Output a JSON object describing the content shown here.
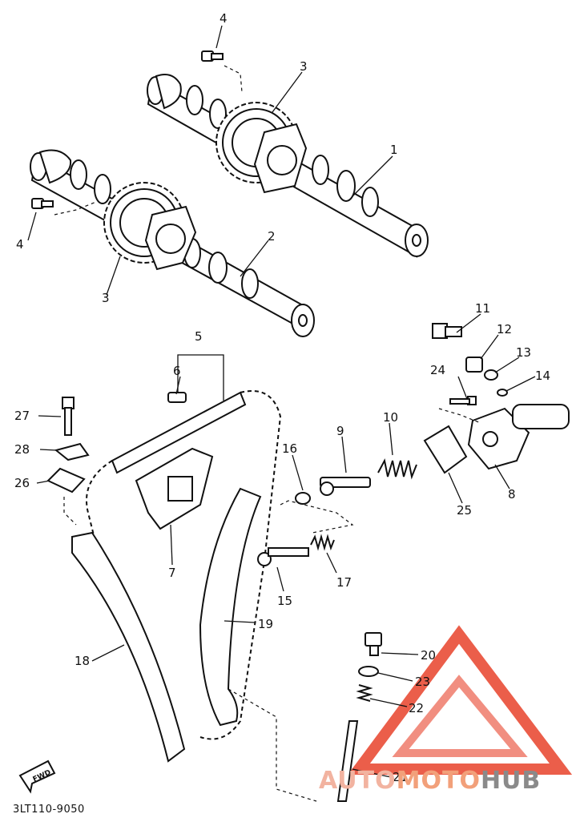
{
  "drawing_code": "3LT110-9050",
  "fwd_label": "FWD",
  "watermark": {
    "part1": "AUTO",
    "part2": "MOTO",
    "part3": "HUB",
    "color": "#e8432b"
  },
  "callouts": [
    {
      "id": "4a",
      "label": "4"
    },
    {
      "id": "3a",
      "label": "3"
    },
    {
      "id": "1",
      "label": "1"
    },
    {
      "id": "4b",
      "label": "4"
    },
    {
      "id": "2",
      "label": "2"
    },
    {
      "id": "3b",
      "label": "3"
    },
    {
      "id": "5",
      "label": "5"
    },
    {
      "id": "6",
      "label": "6"
    },
    {
      "id": "11",
      "label": "11"
    },
    {
      "id": "12",
      "label": "12"
    },
    {
      "id": "13",
      "label": "13"
    },
    {
      "id": "14",
      "label": "14"
    },
    {
      "id": "24",
      "label": "24"
    },
    {
      "id": "27",
      "label": "27"
    },
    {
      "id": "28",
      "label": "28"
    },
    {
      "id": "26",
      "label": "26"
    },
    {
      "id": "16",
      "label": "16"
    },
    {
      "id": "9",
      "label": "9"
    },
    {
      "id": "10",
      "label": "10"
    },
    {
      "id": "25",
      "label": "25"
    },
    {
      "id": "8",
      "label": "8"
    },
    {
      "id": "7",
      "label": "7"
    },
    {
      "id": "17",
      "label": "17"
    },
    {
      "id": "15",
      "label": "15"
    },
    {
      "id": "19",
      "label": "19"
    },
    {
      "id": "18",
      "label": "18"
    },
    {
      "id": "20",
      "label": "20"
    },
    {
      "id": "23",
      "label": "23"
    },
    {
      "id": "22",
      "label": "22"
    },
    {
      "id": "21",
      "label": "21"
    }
  ]
}
